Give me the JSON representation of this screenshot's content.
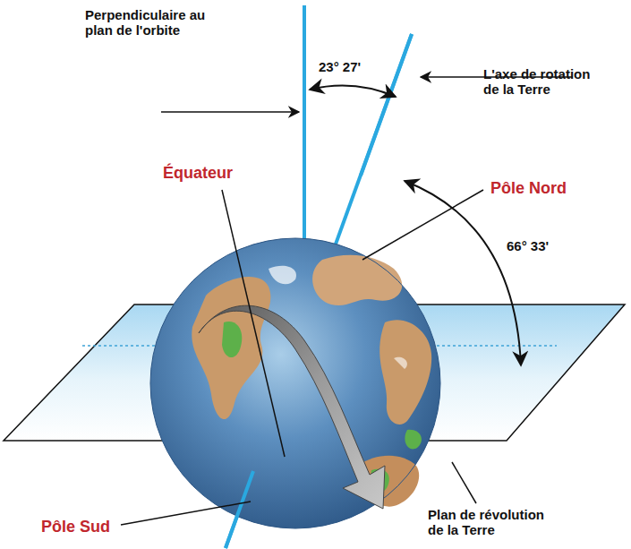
{
  "diagram": {
    "labels": [
      "Perpendiculaire au plan de l'orbite",
      "L'axe de rotation de la Terre",
      "23° 27'",
      "66° 33'",
      "Équateur",
      "Pôle Nord",
      "Pôle Sud",
      "Plan de révolution de la Terre"
    ]
  }
}
